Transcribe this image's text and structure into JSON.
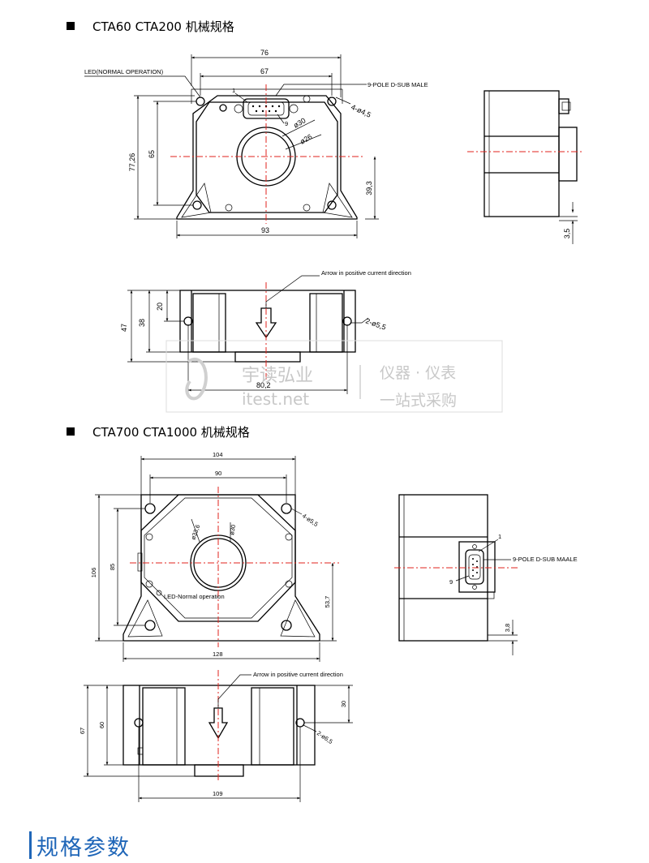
{
  "sections": [
    {
      "title": "CTA60  CTA200 机械规格"
    },
    {
      "title": "CTA700  CTA1000 机械规格"
    }
  ],
  "footer": {
    "title": "规格参数"
  },
  "watermark": {
    "brand": "宇读弘业",
    "site": "itest.net",
    "line1": "仪器 · 仪表",
    "line2": "一站式采购"
  },
  "d1": {
    "w76": "76",
    "w67": "67",
    "h77": "77,26",
    "h65": "65",
    "w93": "93",
    "h39": "39,3",
    "led": "LED(NORMAL OPERATION)",
    "dsub": "9-POLE D-SUB MALE",
    "pin1": "1",
    "pin9": "9",
    "holes": "4-ø4,5",
    "d30": "ø30",
    "d26": "ø26",
    "side35": "3,5",
    "arrow": "Arrow in positive current direction",
    "h47": "47",
    "h38": "38",
    "h20": "20",
    "holes2": "2-ø5,5",
    "w802": "80,2"
  },
  "d2": {
    "w104": "104",
    "w90": "90",
    "h106": "106",
    "h85": "85",
    "w128": "128",
    "h537": "53,7",
    "holes": "4-ø5,5",
    "d336": "ø33,6",
    "d30": "ø30",
    "led": "LED-Normal operation",
    "dsub": "9-POLE D-SUB MAALE",
    "pin1": "1",
    "pin9": "9",
    "side38": "3,8",
    "arrow": "Arrow in positive current direction",
    "h67": "67",
    "h60": "60",
    "h30": "30",
    "holes2": "2-ø6,5",
    "w109": "109"
  }
}
